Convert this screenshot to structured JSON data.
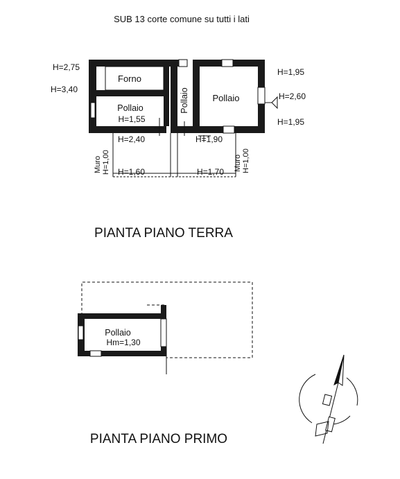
{
  "header": {
    "subtitle": "SUB 13 corte comune su tutti i lati"
  },
  "ground_floor": {
    "title": "PIANTA PIANO TERRA",
    "rooms": {
      "forno": "Forno",
      "pollaio_left": "Pollaio",
      "pollaio_left_h": "H=1,55",
      "pollaio_vertical": "Pollaio",
      "pollaio_right": "Pollaio"
    },
    "heights": {
      "h_2_75": "H=2,75",
      "h_3_40": "H=3,40",
      "h_2_40": "H=2,40",
      "h_1_90": "H=1,90",
      "h_1_60": "H=1,60",
      "h_1_70": "H=1,70",
      "h_1_95_top": "H=1,95",
      "h_2_60": "H=2,60",
      "h_1_95_bottom": "H=1,95"
    },
    "walls": {
      "muro_left": "Muro",
      "muro_left_h": "H=1,00",
      "muro_right": "Muro",
      "muro_right_h": "H=1,00"
    }
  },
  "first_floor": {
    "title": "PIANTA PIANO PRIMO",
    "room": "Pollaio",
    "room_h": "Hm=1,30"
  },
  "north_arrow": {
    "icon": "north-arrow-icon"
  }
}
